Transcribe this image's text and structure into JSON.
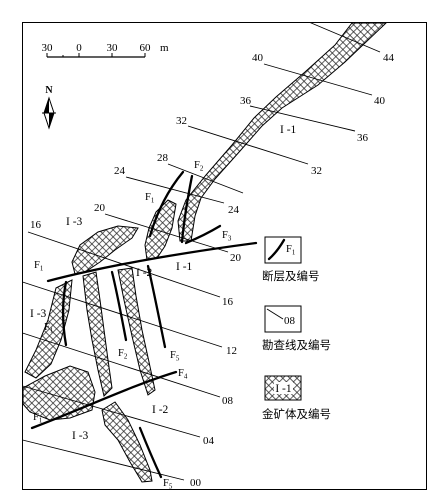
{
  "scale_bar": {
    "labels": [
      "30",
      "0",
      "30",
      "60"
    ],
    "unit": "m"
  },
  "north_arrow": {
    "label": "N",
    "icon": "north-arrow"
  },
  "exploration_lines": {
    "line_44": "44",
    "line_40": "40",
    "line_36": "36",
    "line_32": "32",
    "line_28": "28",
    "line_24": "24",
    "line_20": "20",
    "line_16": "16",
    "line_12": "12",
    "line_08": "08",
    "line_04": "04",
    "line_00": "00"
  },
  "faults": {
    "F1": {
      "letter": "F",
      "num": "1"
    },
    "F2": {
      "letter": "F",
      "num": "2"
    },
    "F3": {
      "letter": "F",
      "num": "3"
    },
    "F4": {
      "letter": "F",
      "num": "4"
    },
    "F5": {
      "letter": "F",
      "num": "5"
    }
  },
  "ore_bodies": {
    "I_1": "I -1",
    "I_2": "I -2",
    "I_3": "I -3"
  },
  "legend": {
    "fault": {
      "sample_letter": "F",
      "sample_num": "1",
      "caption": "断层及编号"
    },
    "exploration_line": {
      "sample": "08",
      "caption": "勘查线及编号"
    },
    "ore_body": {
      "sample": "I -1",
      "caption": "金矿体及编号"
    }
  }
}
